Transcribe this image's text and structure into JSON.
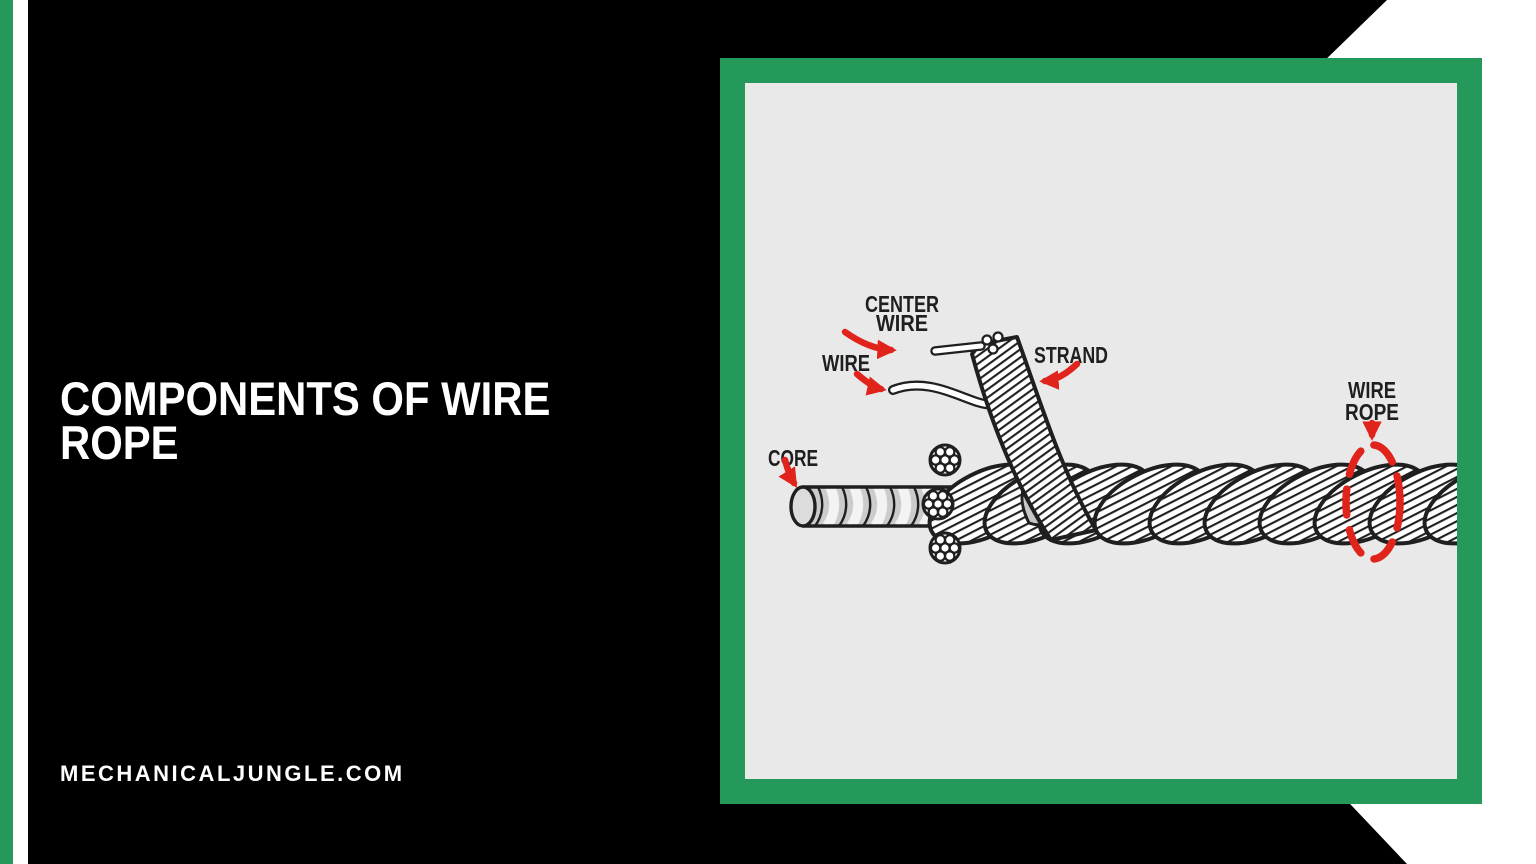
{
  "header": {
    "title_lines": [
      "COMPONENTS OF WIRE",
      "ROPE"
    ]
  },
  "footer": {
    "site": "MECHANICALJUNGLE.COM"
  },
  "colors": {
    "accent_green": "#24995a",
    "arrow_red": "#e0241c",
    "panel_background": "#e9e9e9",
    "page_background": "#000000",
    "title_text": "#ffffff",
    "label_text": "#1f1f1f"
  },
  "diagram": {
    "labels": {
      "center_wire": [
        "CENTER",
        "WIRE"
      ],
      "wire": "WIRE",
      "strand": "STRAND",
      "core": "CORE",
      "wire_rope": [
        "WIRE",
        "ROPE"
      ]
    }
  }
}
